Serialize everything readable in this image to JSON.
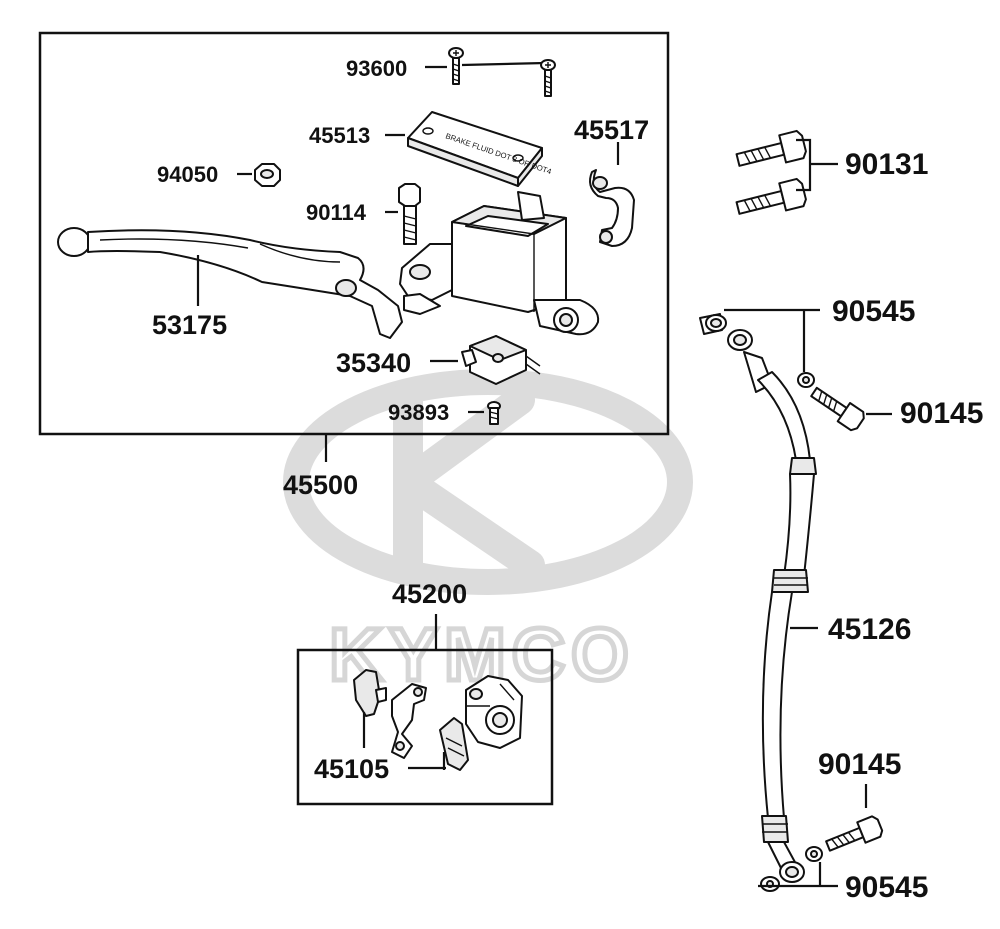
{
  "watermark": {
    "brand": "KYMCO",
    "color": "#dcdcdc"
  },
  "colors": {
    "ink": "#111111",
    "paper": "#ffffff"
  },
  "cover_text": "BRAKE FLUID DOT 3 OR DOT4",
  "labels": {
    "p93600": "93600",
    "p45513": "45513",
    "p45517": "45517",
    "p94050": "94050",
    "p90114": "90114",
    "p53175": "53175",
    "p35340": "35340",
    "p93893": "93893",
    "p45500": "45500",
    "p90131": "90131",
    "p90545_top": "90545",
    "p90145_top": "90145",
    "p45126": "45126",
    "p90145_bottom": "90145",
    "p90545_bottom": "90545",
    "p45200": "45200",
    "p45105": "45105"
  }
}
